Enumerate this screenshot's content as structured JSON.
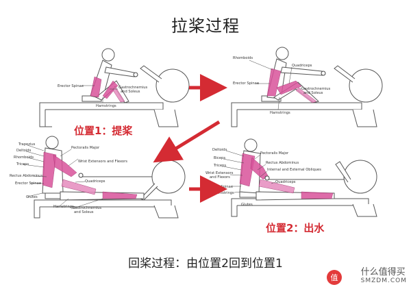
{
  "title": "拉桨过程",
  "caption": "回桨过程：由位置2回到位置1",
  "position1": "位置1：提桨",
  "position2": "位置2：出水",
  "watermark": "什么值得买",
  "watermark_url": "SMZDM.COM",
  "colors": {
    "arrow": "#d42b33",
    "muscle": "#d9539b",
    "label": "#d42b33"
  },
  "figures": [
    {
      "labels": [
        "Erector Spinae",
        "Gastrochnemius",
        "and Soleus",
        "Hamstrings"
      ]
    },
    {
      "labels": [
        "Rhomboids",
        "Quadriceps",
        "Erector Spinae",
        "Gastrochnemius",
        "and Soleus",
        "Hamstrings"
      ]
    },
    {
      "labels": [
        "Trapezius",
        "Deltoids",
        "Rhomboids",
        "Triceps",
        "Pectoralis Major",
        "Wrist Extensors and Flexors",
        "Rectus Abdominus",
        "Quadriceps",
        "Erector Spinae",
        "Glutes",
        "Hamstrings",
        "Gastrochnemius",
        "and Soleus"
      ]
    },
    {
      "labels": [
        "Deltoids",
        "Pectoralis Major",
        "Biceps",
        "Rectus Abdominus",
        "Triceps",
        "Internal and External Obliques",
        "Wrist Extensors",
        "and Flexors",
        "Quadriceps",
        "Erector Spinae",
        "Hamstrings",
        "Glutes"
      ]
    }
  ]
}
